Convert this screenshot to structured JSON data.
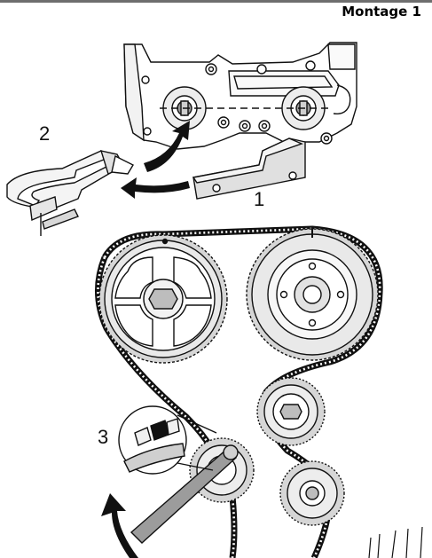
{
  "title": "Montage 1",
  "callouts": {
    "one": "1",
    "two": "2",
    "three": "3"
  },
  "colors": {
    "ink": "#111111",
    "gray": "#bdbdbd",
    "light": "#e6e6e6",
    "belt": "#111111"
  }
}
